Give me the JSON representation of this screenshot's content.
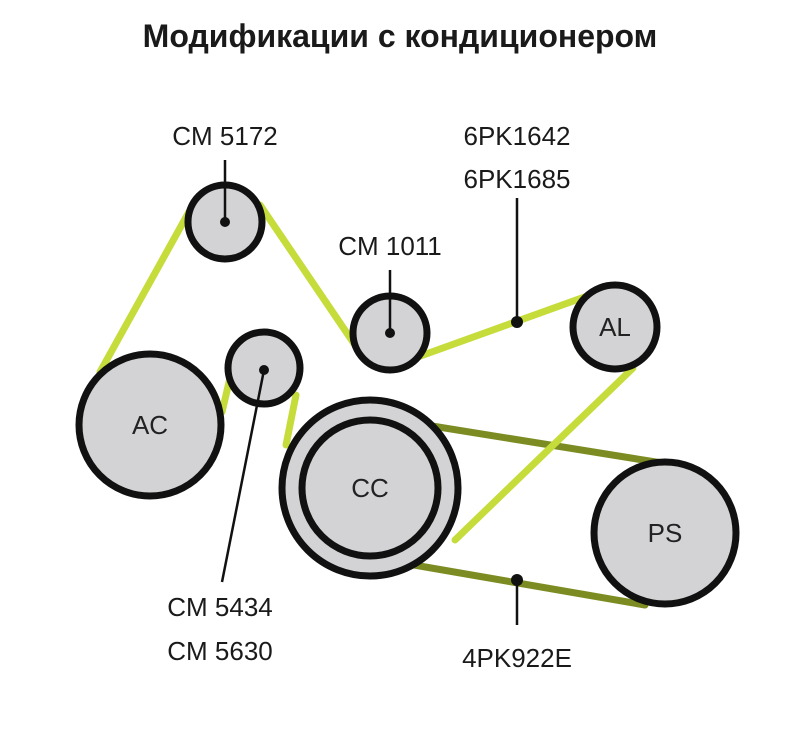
{
  "title": "Модификации с кондиционером",
  "colors": {
    "main_belt": "#c5dc3a",
    "ps_belt": "#7d8c22",
    "pulley_fill": "#d3d3d6",
    "stroke": "#111111"
  },
  "pulleys": {
    "ac": "AC",
    "al": "AL",
    "cc": "CC",
    "ps": "PS"
  },
  "labels": {
    "cm5172": "CM 5172",
    "cm1011": "CM 1011",
    "belt_main_1": "6PK1642",
    "belt_main_2": "6PK1685",
    "cm5434": "CM 5434",
    "cm5630": "CM 5630",
    "belt_ps": "4PK922E"
  }
}
